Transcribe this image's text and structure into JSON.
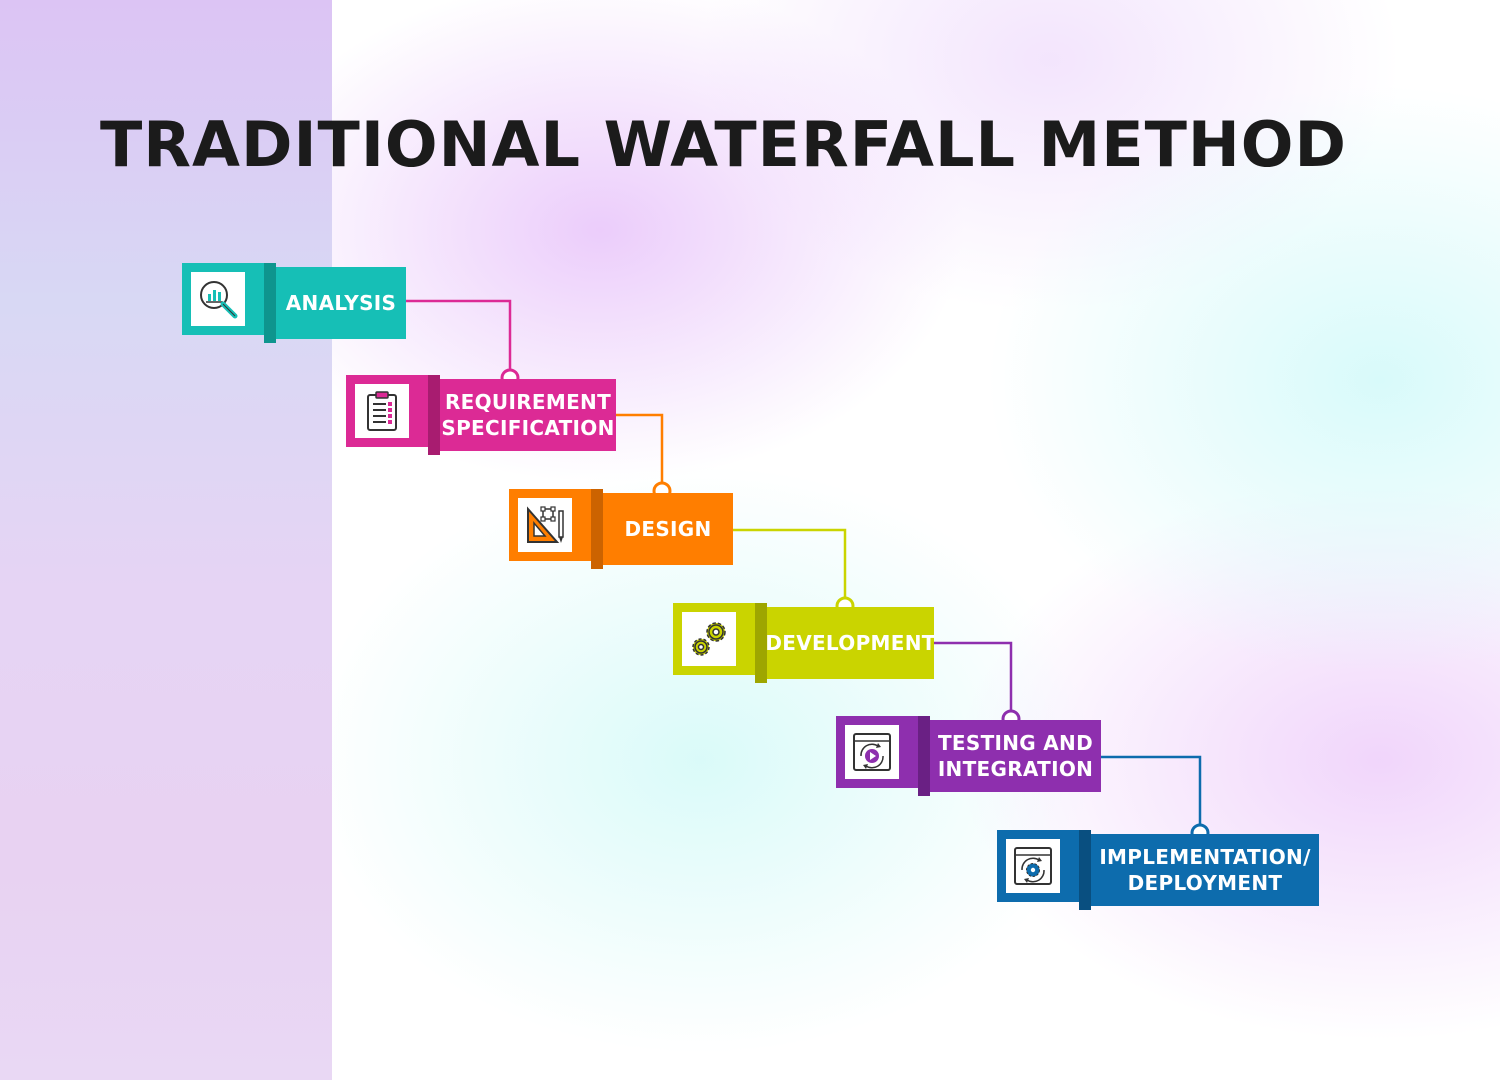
{
  "title": "TRADITIONAL WATERFALL METHOD",
  "steps": [
    {
      "label": "ANALYSIS",
      "icon": "magnifier-chart-icon",
      "color": "#16bfb6",
      "dark": "#0e958e"
    },
    {
      "label": "REQUIREMENT\nSPECIFICATION",
      "icon": "clipboard-checklist-icon",
      "color": "#dc2a95",
      "dark": "#a81c70"
    },
    {
      "label": "DESIGN",
      "icon": "set-square-pencil-icon",
      "color": "#ff7e00",
      "dark": "#cc6300"
    },
    {
      "label": "DEVELOPMENT",
      "icon": "gears-icon",
      "color": "#cad400",
      "dark": "#9ea600"
    },
    {
      "label": "TESTING AND\nINTEGRATION",
      "icon": "browser-play-refresh-icon",
      "color": "#8e2fae",
      "dark": "#6a2084"
    },
    {
      "label": "IMPLEMENTATION/\nDEPLOYMENT",
      "icon": "browser-gear-refresh-icon",
      "color": "#0d6cad",
      "dark": "#094f80"
    }
  ]
}
